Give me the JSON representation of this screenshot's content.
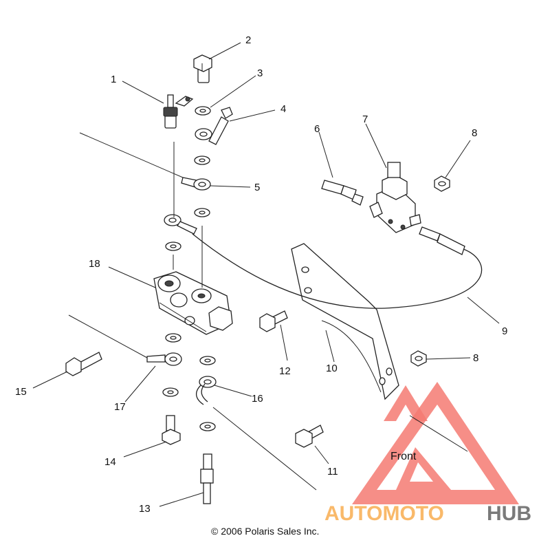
{
  "callouts": [
    {
      "id": "1",
      "text": "1"
    },
    {
      "id": "2",
      "text": "2"
    },
    {
      "id": "3",
      "text": "3"
    },
    {
      "id": "4",
      "text": "4"
    },
    {
      "id": "5",
      "text": "5"
    },
    {
      "id": "6",
      "text": "6"
    },
    {
      "id": "7",
      "text": "7"
    },
    {
      "id": "8a",
      "text": "8"
    },
    {
      "id": "8b",
      "text": "8"
    },
    {
      "id": "9",
      "text": "9"
    },
    {
      "id": "10",
      "text": "10"
    },
    {
      "id": "11",
      "text": "11"
    },
    {
      "id": "12",
      "text": "12"
    },
    {
      "id": "13",
      "text": "13"
    },
    {
      "id": "14",
      "text": "14"
    },
    {
      "id": "15",
      "text": "15"
    },
    {
      "id": "16",
      "text": "16"
    },
    {
      "id": "17",
      "text": "17"
    },
    {
      "id": "18",
      "text": "18"
    }
  ],
  "front_label": "Front",
  "copyright": "© 2006 Polaris Sales Inc.",
  "watermark": {
    "part1": "AUTOMOTO",
    "part2": "HUB",
    "colors": {
      "triangle": "#f47a72",
      "auto": "#f9b96a",
      "hub": "#7a7a7a"
    }
  }
}
